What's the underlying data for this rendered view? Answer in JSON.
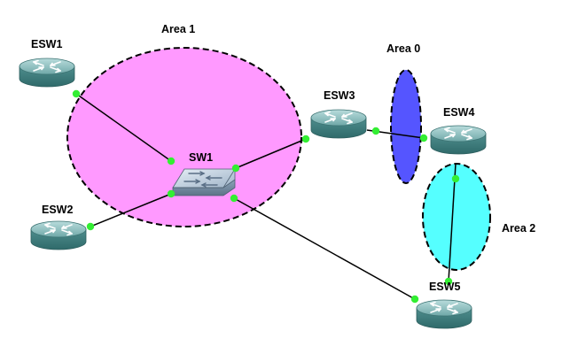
{
  "areas": {
    "area1": "Area 1",
    "area0": "Area 0",
    "area2": "Area 2"
  },
  "devices": {
    "esw1": "ESW1",
    "esw2": "ESW2",
    "esw3": "ESW3",
    "esw4": "ESW4",
    "esw5": "ESW5",
    "sw1": "SW1"
  },
  "colors": {
    "area1_fill": "#ff99ff",
    "area0_fill": "#5555ff",
    "area2_fill": "#55ffff",
    "router_body": "#4a8a8a",
    "port_dot": "#33ee33",
    "link": "#000000"
  },
  "icons": {
    "router": "router-icon",
    "switch": "switch-icon"
  }
}
